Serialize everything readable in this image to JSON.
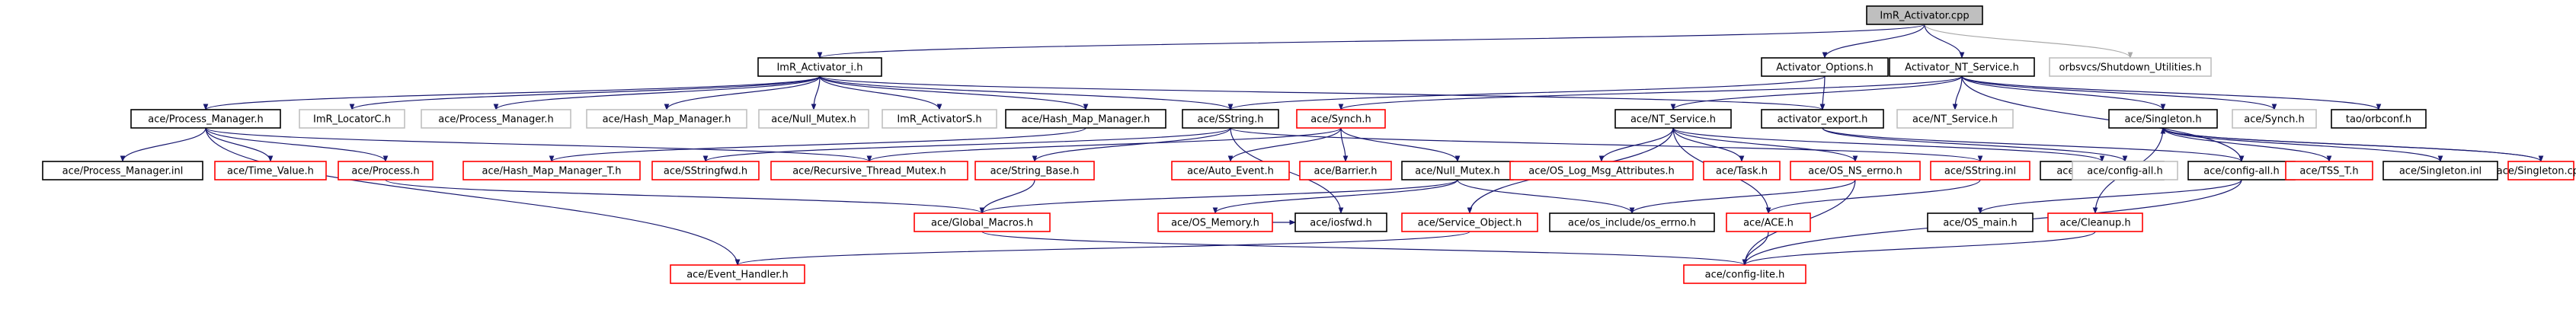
{
  "colors": {
    "root_fill": "#bfbfbf",
    "normal_stroke": "#000000",
    "missing_stroke": "#ff0000",
    "external_stroke": "#bfbfbf",
    "arrow": "#191970",
    "grey_arrow": "#a9a9a9"
  },
  "nodes": [
    {
      "id": "n_root",
      "label": "ImR_Activator.cpp",
      "kind": "root"
    },
    {
      "id": "n_imr_act_i",
      "label": "ImR_Activator_i.h",
      "kind": "normal"
    },
    {
      "id": "n_act_opts",
      "label": "Activator_Options.h",
      "kind": "normal"
    },
    {
      "id": "n_act_nt",
      "label": "Activator_NT_Service.h",
      "kind": "normal"
    },
    {
      "id": "n_shutdown",
      "label": "orbsvcs/Shutdown_Utilities.h",
      "kind": "external"
    },
    {
      "id": "n_proc_mgr",
      "label": "ace/Process_Manager.h",
      "kind": "normal"
    },
    {
      "id": "n_imr_locC",
      "label": "ImR_LocatorC.h",
      "kind": "external"
    },
    {
      "id": "n_proc_mgr_ext",
      "label": "ace/Process_Manager.h",
      "kind": "external"
    },
    {
      "id": "n_hash_ext",
      "label": "ace/Hash_Map_Manager.h",
      "kind": "external"
    },
    {
      "id": "n_null_mutex_ext",
      "label": "ace/Null_Mutex.h",
      "kind": "external"
    },
    {
      "id": "n_imr_actS",
      "label": "ImR_ActivatorS.h",
      "kind": "external"
    },
    {
      "id": "n_hash",
      "label": "ace/Hash_Map_Manager.h",
      "kind": "normal"
    },
    {
      "id": "n_sstring",
      "label": "ace/SString.h",
      "kind": "normal"
    },
    {
      "id": "n_synch_red",
      "label": "ace/Synch.h",
      "kind": "missing"
    },
    {
      "id": "n_ntservice",
      "label": "ace/NT_Service.h",
      "kind": "normal"
    },
    {
      "id": "n_act_export",
      "label": "activator_export.h",
      "kind": "normal"
    },
    {
      "id": "n_ntservice_ext",
      "label": "ace/NT_Service.h",
      "kind": "external"
    },
    {
      "id": "n_singleton",
      "label": "ace/Singleton.h",
      "kind": "normal"
    },
    {
      "id": "n_synch_ext",
      "label": "ace/Synch.h",
      "kind": "external"
    },
    {
      "id": "n_orbconf",
      "label": "tao/orbconf.h",
      "kind": "normal"
    },
    {
      "id": "n_proc_mgr_inl",
      "label": "ace/Process_Manager.inl",
      "kind": "normal"
    },
    {
      "id": "n_time_value",
      "label": "ace/Time_Value.h",
      "kind": "missing"
    },
    {
      "id": "n_process",
      "label": "ace/Process.h",
      "kind": "missing"
    },
    {
      "id": "n_hash_T",
      "label": "ace/Hash_Map_Manager_T.h",
      "kind": "missing"
    },
    {
      "id": "n_sstringfwd",
      "label": "ace/SStringfwd.h",
      "kind": "missing"
    },
    {
      "id": "n_rec_thread",
      "label": "ace/Recursive_Thread_Mutex.h",
      "kind": "missing"
    },
    {
      "id": "n_string_base",
      "label": "ace/String_Base.h",
      "kind": "missing"
    },
    {
      "id": "n_auto_event",
      "label": "ace/Auto_Event.h",
      "kind": "missing"
    },
    {
      "id": "n_barrier",
      "label": "ace/Barrier.h",
      "kind": "missing"
    },
    {
      "id": "n_null_mutex",
      "label": "ace/Null_Mutex.h",
      "kind": "normal"
    },
    {
      "id": "n_os_log",
      "label": "ace/OS_Log_Msg_Attributes.h",
      "kind": "missing"
    },
    {
      "id": "n_task",
      "label": "ace/Task.h",
      "kind": "missing"
    },
    {
      "id": "n_os_ns_errno",
      "label": "ace/OS_NS_errno.h",
      "kind": "missing"
    },
    {
      "id": "n_sstring_inl",
      "label": "ace/SString.inl",
      "kind": "missing"
    },
    {
      "id": "n_ntservice_inl",
      "label": "ace/NT_Service.inl",
      "kind": "normal"
    },
    {
      "id": "n_config_all_ext",
      "label": "ace/config-all.h",
      "kind": "external"
    },
    {
      "id": "n_config_all",
      "label": "ace/config-all.h",
      "kind": "normal"
    },
    {
      "id": "n_tss_t",
      "label": "ace/TSS_T.h",
      "kind": "missing"
    },
    {
      "id": "n_singleton_inl",
      "label": "ace/Singleton.inl",
      "kind": "normal"
    },
    {
      "id": "n_singleton_cpp",
      "label": "ace/Singleton.cpp",
      "kind": "missing"
    },
    {
      "id": "n_global_macros",
      "label": "ace/Global_Macros.h",
      "kind": "missing"
    },
    {
      "id": "n_os_memory",
      "label": "ace/OS_Memory.h",
      "kind": "missing"
    },
    {
      "id": "n_iosfwd",
      "label": "ace/iosfwd.h",
      "kind": "normal"
    },
    {
      "id": "n_service_object",
      "label": "ace/Service_Object.h",
      "kind": "missing"
    },
    {
      "id": "n_os_include_errno",
      "label": "ace/os_include/os_errno.h",
      "kind": "normal"
    },
    {
      "id": "n_ace_h",
      "label": "ace/ACE.h",
      "kind": "missing"
    },
    {
      "id": "n_os_main",
      "label": "ace/OS_main.h",
      "kind": "normal"
    },
    {
      "id": "n_cleanup",
      "label": "ace/Cleanup.h",
      "kind": "missing"
    },
    {
      "id": "n_event_handler",
      "label": "ace/Event_Handler.h",
      "kind": "missing"
    },
    {
      "id": "n_config_lite",
      "label": "ace/config-lite.h",
      "kind": "missing"
    }
  ],
  "edges": [
    {
      "from": "n_root",
      "to": "n_imr_act_i",
      "kind": "normal"
    },
    {
      "from": "n_root",
      "to": "n_act_opts",
      "kind": "normal"
    },
    {
      "from": "n_root",
      "to": "n_act_nt",
      "kind": "normal"
    },
    {
      "from": "n_root",
      "to": "n_shutdown",
      "kind": "grey"
    },
    {
      "from": "n_imr_act_i",
      "to": "n_proc_mgr",
      "kind": "normal"
    },
    {
      "from": "n_imr_act_i",
      "to": "n_imr_locC",
      "kind": "normal"
    },
    {
      "from": "n_imr_act_i",
      "to": "n_proc_mgr_ext",
      "kind": "normal"
    },
    {
      "from": "n_imr_act_i",
      "to": "n_hash_ext",
      "kind": "normal"
    },
    {
      "from": "n_imr_act_i",
      "to": "n_null_mutex_ext",
      "kind": "normal"
    },
    {
      "from": "n_imr_act_i",
      "to": "n_imr_actS",
      "kind": "normal"
    },
    {
      "from": "n_imr_act_i",
      "to": "n_hash",
      "kind": "normal"
    },
    {
      "from": "n_imr_act_i",
      "to": "n_sstring",
      "kind": "normal"
    },
    {
      "from": "n_imr_act_i",
      "to": "n_act_export",
      "kind": "normal"
    },
    {
      "from": "n_act_opts",
      "to": "n_sstring",
      "kind": "normal"
    },
    {
      "from": "n_act_opts",
      "to": "n_act_export",
      "kind": "normal"
    },
    {
      "from": "n_act_nt",
      "to": "n_synch_red",
      "kind": "normal"
    },
    {
      "from": "n_act_nt",
      "to": "n_ntservice",
      "kind": "normal"
    },
    {
      "from": "n_act_nt",
      "to": "n_ntservice_ext",
      "kind": "normal"
    },
    {
      "from": "n_act_nt",
      "to": "n_singleton",
      "kind": "normal"
    },
    {
      "from": "n_act_nt",
      "to": "n_synch_ext",
      "kind": "normal"
    },
    {
      "from": "n_act_nt",
      "to": "n_orbconf",
      "kind": "normal"
    },
    {
      "from": "n_act_nt",
      "to": "n_config_all",
      "kind": "normal"
    },
    {
      "from": "n_proc_mgr",
      "to": "n_proc_mgr_inl",
      "kind": "normal"
    },
    {
      "from": "n_proc_mgr",
      "to": "n_time_value",
      "kind": "normal"
    },
    {
      "from": "n_proc_mgr",
      "to": "n_process",
      "kind": "normal"
    },
    {
      "from": "n_proc_mgr",
      "to": "n_rec_thread",
      "kind": "normal"
    },
    {
      "from": "n_proc_mgr",
      "to": "n_event_handler",
      "kind": "normal"
    },
    {
      "from": "n_hash",
      "to": "n_hash_T",
      "kind": "normal"
    },
    {
      "from": "n_sstring",
      "to": "n_sstringfwd",
      "kind": "normal"
    },
    {
      "from": "n_sstring",
      "to": "n_string_base",
      "kind": "normal"
    },
    {
      "from": "n_sstring",
      "to": "n_sstring_inl",
      "kind": "normal"
    },
    {
      "from": "n_sstring",
      "to": "n_iosfwd",
      "kind": "normal"
    },
    {
      "from": "n_synch_red",
      "to": "n_auto_event",
      "kind": "normal"
    },
    {
      "from": "n_synch_red",
      "to": "n_barrier",
      "kind": "normal"
    },
    {
      "from": "n_synch_red",
      "to": "n_null_mutex",
      "kind": "normal"
    },
    {
      "from": "n_synch_red",
      "to": "n_rec_thread",
      "kind": "normal"
    },
    {
      "from": "n_ntservice",
      "to": "n_os_log",
      "kind": "normal"
    },
    {
      "from": "n_ntservice",
      "to": "n_task",
      "kind": "normal"
    },
    {
      "from": "n_ntservice",
      "to": "n_os_ns_errno",
      "kind": "normal"
    },
    {
      "from": "n_ntservice",
      "to": "n_service_object",
      "kind": "normal"
    },
    {
      "from": "n_ntservice",
      "to": "n_ntservice_inl",
      "kind": "normal"
    },
    {
      "from": "n_ntservice",
      "to": "n_ace_h",
      "kind": "normal"
    },
    {
      "from": "n_act_export",
      "to": "n_config_all_ext",
      "kind": "normal"
    },
    {
      "from": "n_act_export",
      "to": "n_config_all",
      "kind": "normal"
    },
    {
      "from": "n_singleton",
      "to": "n_tss_t",
      "kind": "normal"
    },
    {
      "from": "n_singleton",
      "to": "n_singleton_inl",
      "kind": "normal"
    },
    {
      "from": "n_singleton",
      "to": "n_singleton_cpp",
      "kind": "normal"
    },
    {
      "from": "n_singleton",
      "to": "n_cleanup",
      "kind": "normal"
    },
    {
      "from": "n_singleton_cpp",
      "to": "n_singleton",
      "kind": "normal"
    },
    {
      "from": "n_process",
      "to": "n_global_macros",
      "kind": "normal"
    },
    {
      "from": "n_string_base",
      "to": "n_global_macros",
      "kind": "normal"
    },
    {
      "from": "n_null_mutex",
      "to": "n_global_macros",
      "kind": "normal"
    },
    {
      "from": "n_null_mutex",
      "to": "n_os_memory",
      "kind": "normal"
    },
    {
      "from": "n_null_mutex",
      "to": "n_os_include_errno",
      "kind": "normal"
    },
    {
      "from": "n_os_ns_errno",
      "to": "n_os_include_errno",
      "kind": "normal"
    },
    {
      "from": "n_os_ns_errno",
      "to": "n_config_lite",
      "kind": "normal"
    },
    {
      "from": "n_sstring_inl",
      "to": "n_ace_h",
      "kind": "normal"
    },
    {
      "from": "n_config_all",
      "to": "n_os_main",
      "kind": "normal"
    },
    {
      "from": "n_config_all",
      "to": "n_config_lite",
      "kind": "normal"
    },
    {
      "from": "n_global_macros",
      "to": "n_config_lite",
      "kind": "normal"
    },
    {
      "from": "n_service_object",
      "to": "n_event_handler",
      "kind": "normal"
    },
    {
      "from": "n_ace_h",
      "to": "n_config_lite",
      "kind": "normal"
    },
    {
      "from": "n_cleanup",
      "to": "n_config_lite",
      "kind": "normal"
    },
    {
      "from": "n_os_memory",
      "to": "n_iosfwd",
      "kind": "normal"
    }
  ]
}
